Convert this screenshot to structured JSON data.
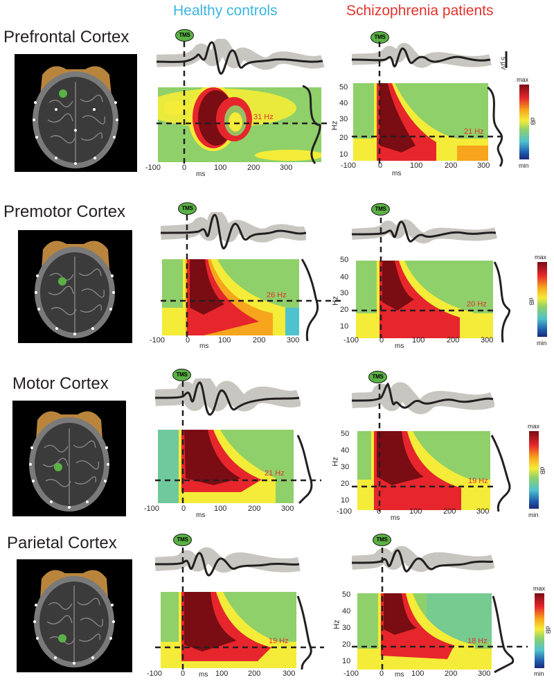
{
  "columns": {
    "healthy": {
      "label": "Healthy controls",
      "color": "#3bb5e0"
    },
    "patients": {
      "label": "Schizophrenia patients",
      "color": "#e2332c"
    }
  },
  "tms_label": "TMS",
  "scale_bar": "5 µV",
  "colorbar": {
    "max": "max",
    "min": "min",
    "unit": "dB"
  },
  "axes": {
    "x_ticks": [
      "-100",
      "0",
      "100",
      "200",
      "300"
    ],
    "x_unit": "ms",
    "y_ticks": [
      "50",
      "40",
      "30",
      "20",
      "10"
    ],
    "y_unit": "Hz"
  },
  "rows": [
    {
      "region": "Prefrontal Cortex",
      "healthy_peak": "31 Hz",
      "patient_peak": "21 Hz"
    },
    {
      "region": "Premotor Cortex",
      "healthy_peak": "26 Hz",
      "patient_peak": "20 Hz"
    },
    {
      "region": "Motor Cortex",
      "healthy_peak": "21 Hz",
      "patient_peak": "19 Hz"
    },
    {
      "region": "Parietal Cortex",
      "healthy_peak": "19 Hz",
      "patient_peak": "18 Hz"
    }
  ]
}
